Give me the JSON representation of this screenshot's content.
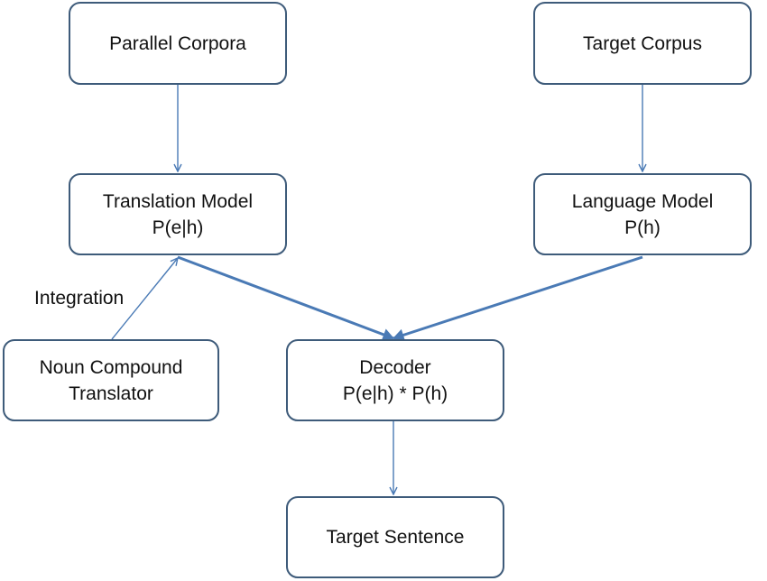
{
  "nodes": {
    "parallel_corpora": {
      "line1": "Parallel Corpora"
    },
    "target_corpus": {
      "line1": "Target Corpus"
    },
    "translation_model": {
      "line1": "Translation Model",
      "line2": "P(e|h)"
    },
    "language_model": {
      "line1": "Language Model",
      "line2": "P(h)"
    },
    "noun_compound_translator": {
      "line1": "Noun Compound",
      "line2": "Translator"
    },
    "decoder": {
      "line1": "Decoder",
      "line2": "P(e|h) * P(h)"
    },
    "target_sentence": {
      "line1": "Target Sentence"
    }
  },
  "edges": {
    "integration_label": "Integration"
  },
  "colors": {
    "box_border": "#3e5b7a",
    "arrow": "#4a7ab5"
  }
}
